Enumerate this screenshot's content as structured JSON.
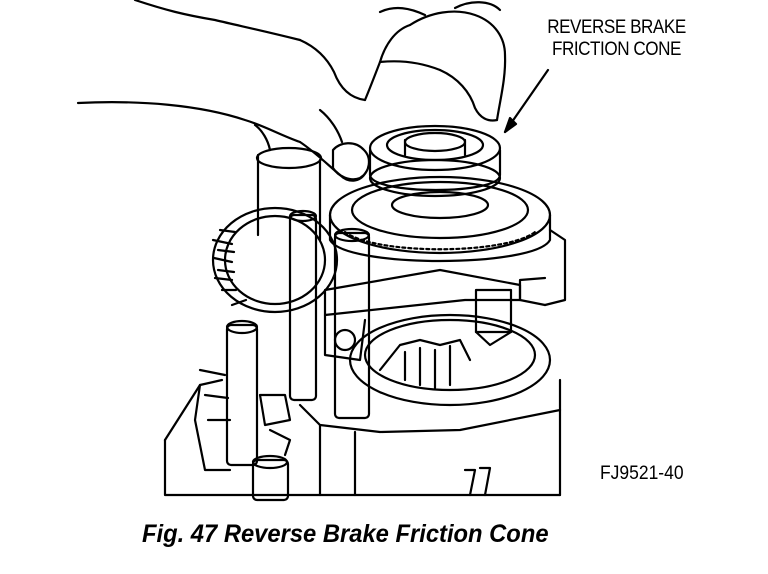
{
  "callout": {
    "line1": "REVERSE BRAKE",
    "line2": "FRICTION CONE"
  },
  "figure_id": "FJ9521-40",
  "caption": "Fig. 47 Reverse Brake Friction Cone",
  "icons": [
    "hand-illustration",
    "gear-assembly-illustration",
    "friction-cone-illustration"
  ]
}
